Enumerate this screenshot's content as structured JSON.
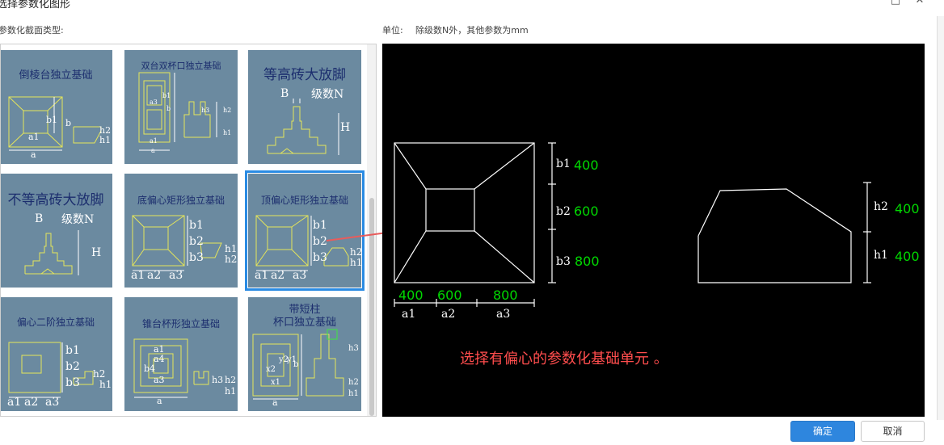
{
  "window": {
    "title": "选择参数化图形",
    "maximize_icon": "maximize-icon",
    "close_icon": "close-icon"
  },
  "labels": {
    "section_type": "参数化截面类型:",
    "unit_label": "单位:",
    "unit_desc": "除级数N外，其他参数为mm"
  },
  "tiles": [
    {
      "title": "倒棱台独立基础",
      "labels": [
        "b1",
        "b",
        "a1",
        "a",
        "h2",
        "h1"
      ]
    },
    {
      "title": "双台双杯口独立基础",
      "labels": [
        "a3",
        "a1",
        "a",
        "h3",
        "h2",
        "h1",
        "b1",
        "b"
      ]
    },
    {
      "title": "等高砖大放脚",
      "labels": [
        "B",
        "级数N",
        "H"
      ]
    },
    {
      "title": "不等高砖大放脚",
      "labels": [
        "B",
        "级数N",
        "H"
      ]
    },
    {
      "title": "底偏心矩形独立基础",
      "labels": [
        "b1",
        "b2",
        "b3",
        "a1",
        "a2",
        "a3",
        "h1",
        "h2"
      ]
    },
    {
      "title": "顶偏心矩形独立基础",
      "labels": [
        "b1",
        "b2",
        "b3",
        "a1",
        "a2",
        "a3",
        "h2",
        "h1"
      ]
    },
    {
      "title": "偏心二阶独立基础",
      "labels": [
        "b1",
        "b2",
        "b3",
        "a1",
        "a2",
        "a3",
        "h2",
        "h1"
      ]
    },
    {
      "title": "锥台杯形独立基础",
      "labels": [
        "a1",
        "a4",
        "b4",
        "a3",
        "a",
        "h3",
        "h2",
        "h1"
      ]
    },
    {
      "title_line1": "带短柱",
      "title_line2": "杯口独立基础",
      "labels": [
        "x2",
        "x1",
        "y2",
        "y1",
        "b",
        "a",
        "h3",
        "h2",
        "h1"
      ]
    }
  ],
  "preview": {
    "plan_labels": {
      "b1": "b1",
      "b2": "b2",
      "b3": "b3",
      "a1": "a1",
      "a2": "a2",
      "a3": "a3"
    },
    "plan_values": {
      "b1": "400",
      "b2": "600",
      "b3": "800",
      "a1": "400",
      "a2": "600",
      "a3": "800"
    },
    "elev_labels": {
      "h2": "h2",
      "h1": "h1"
    },
    "elev_values": {
      "h2": "400",
      "h1": "400"
    },
    "annotation": "选择有偏心的参数化基础单元 。"
  },
  "buttons": {
    "ok": "确定",
    "cancel": "取消"
  },
  "colors": {
    "tile_bg": "#6b8aa0",
    "selected_border": "#2a8be3",
    "value_green": "#00d800",
    "annotation_red": "#ff4d4d",
    "ok_blue": "#2e86de"
  }
}
